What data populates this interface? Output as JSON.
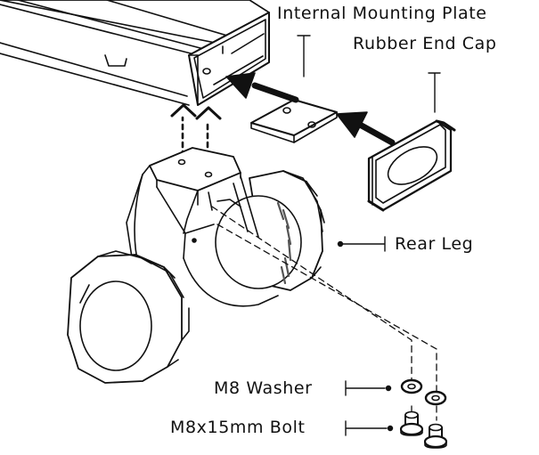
{
  "labels": {
    "internal_mounting_plate": "Internal Mounting Plate",
    "rubber_end_cap": "Rubber End Cap",
    "rear_leg": "Rear Leg",
    "m8_washer": "M8 Washer",
    "m8x15mm_bolt": "M8x15mm Bolt"
  },
  "colors": {
    "line": "#111111",
    "background": "#ffffff",
    "hatch": "#555555"
  }
}
